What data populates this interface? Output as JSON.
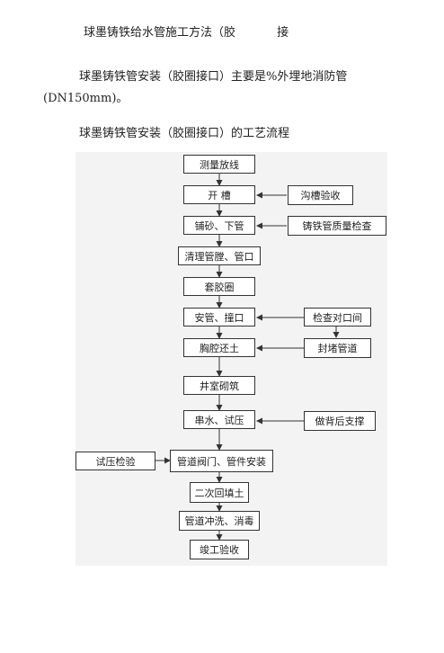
{
  "doc": {
    "title": "球墨铸铁给水管施工方法（胶",
    "title_tail": "接",
    "intro": "球墨铸铁管安装（胶圈接口）主要是%外埋地消防管",
    "intro_cont": "(DN150mm)。",
    "flow_heading": "球墨铸铁管安装（胶圈接口）的工艺流程"
  },
  "flow": {
    "main": [
      "测量放线",
      "开    槽",
      "铺砂、下管",
      "清理管膛、管口",
      "套胶圈",
      "安管、撞口",
      "胸腔还土",
      "井室砌筑",
      "串水、试压",
      "管道阀门、管件安装",
      "二次回填土",
      "管道冲洗、消毒",
      "竣工验收"
    ],
    "side": [
      "沟槽验收",
      "铸铁管质量检查",
      "检查对口间",
      "封堵管道",
      "做背后支撑",
      "试压检验"
    ]
  }
}
